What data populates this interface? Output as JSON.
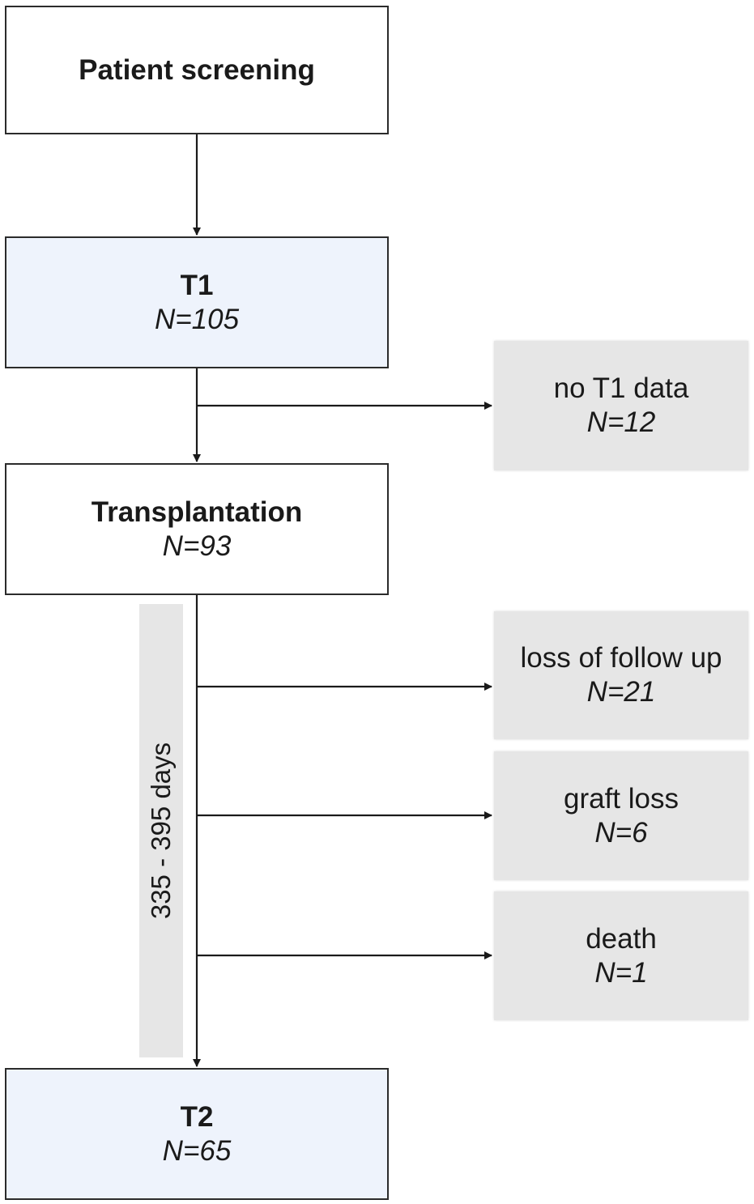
{
  "flow": {
    "screening": {
      "title": "Patient screening"
    },
    "t1": {
      "title": "T1",
      "count": "N=105"
    },
    "transplantation": {
      "title": "Transplantation",
      "count": "N=93"
    },
    "t2": {
      "title": "T2",
      "count": "N=65"
    }
  },
  "exclusions": [
    {
      "label": "no T1 data",
      "count": "N=12"
    },
    {
      "label": "loss of follow up",
      "count": "N=21"
    },
    {
      "label": "graft loss",
      "count": "N=6"
    },
    {
      "label": "death",
      "count": "N=1"
    }
  ],
  "period": {
    "label": "335 - 395 days"
  },
  "colors": {
    "line": "#1a1a1a",
    "main_box_fill_blue": "#eef3fc",
    "exclusion_fill": "#e6e6e6"
  }
}
